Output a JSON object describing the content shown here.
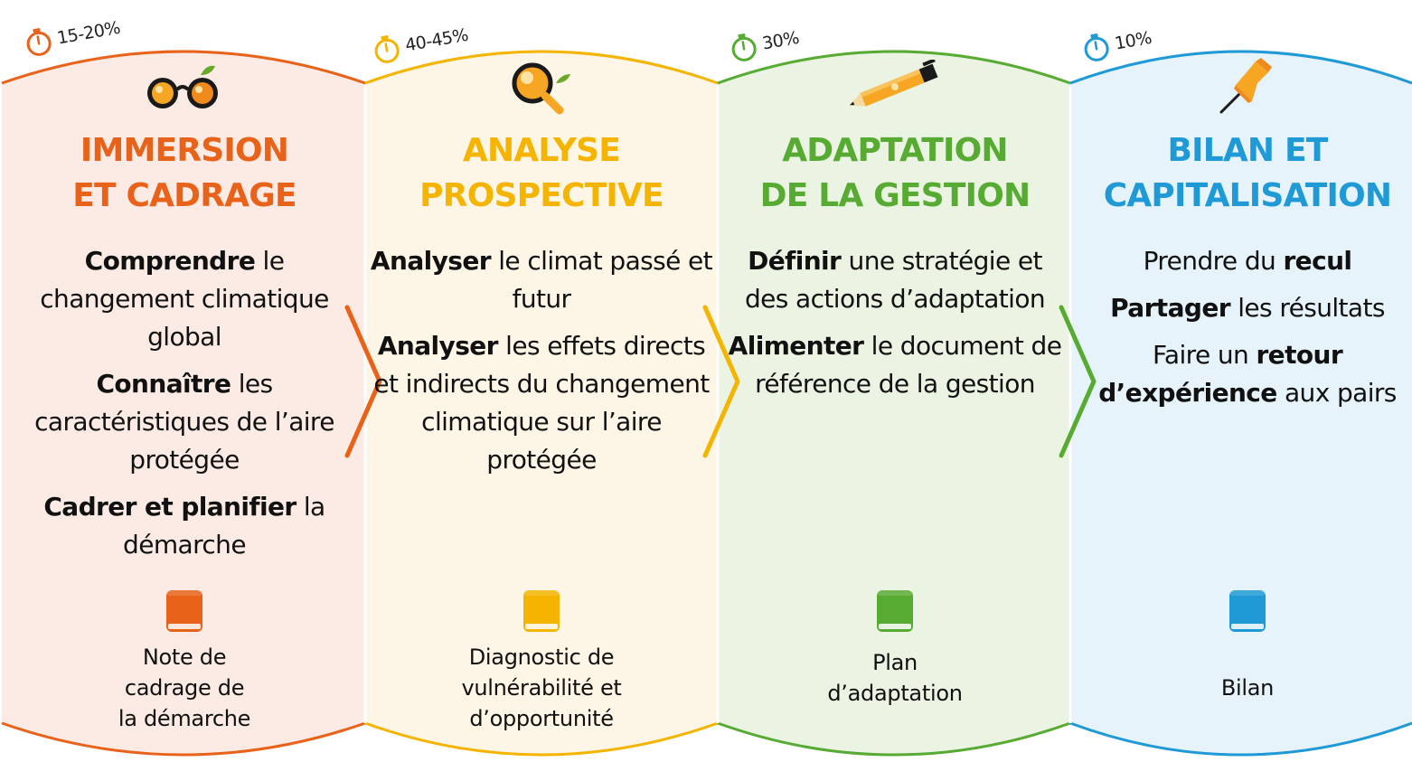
{
  "colors": {
    "orange": "#e8621a",
    "yellow": "#f4b400",
    "green": "#57ab33",
    "blue": "#1f9ad6",
    "orange_bg": "#fcebe5",
    "yellow_bg": "#fdf5e6",
    "green_bg": "#ebf3e3",
    "blue_bg": "#e6f3fa"
  },
  "phases": [
    {
      "duration": "15-20%",
      "icon": "glasses-icon",
      "title_line1": "IMMERSION",
      "title_line2": "ET CADRAGE",
      "items": [
        {
          "bold": "Comprendre",
          "rest": " le changement climatique global"
        },
        {
          "bold": "Connaître",
          "rest": " les caractéristiques de l’aire protégée"
        },
        {
          "bold": "Cadrer et planifier",
          "rest": " la démarche"
        }
      ],
      "output_line1": "Note de",
      "output_line2": "cadrage de",
      "output_line3": "la démarche"
    },
    {
      "duration": "40-45%",
      "icon": "magnifier-icon",
      "title_line1": "ANALYSE",
      "title_line2": "PROSPECTIVE",
      "items": [
        {
          "bold": "Analyser",
          "rest": " le climat passé et futur"
        },
        {
          "bold": "Analyser",
          "rest": " les effets directs et indirects du changement climatique sur l’aire protégée"
        }
      ],
      "output_line1": "Diagnostic de",
      "output_line2": "vulnérabilité et",
      "output_line3": "d’opportunité"
    },
    {
      "duration": "30%",
      "icon": "pen-icon",
      "title_line1": "ADAPTATION",
      "title_line2": "DE LA GESTION",
      "items": [
        {
          "bold": "Définir",
          "rest": " une stratégie et des actions d’adaptation"
        },
        {
          "bold": "Alimenter",
          "rest": " le document de référence de la gestion"
        }
      ],
      "output_line1": "Plan",
      "output_line2": "d’adaptation"
    },
    {
      "duration": "10%",
      "icon": "pushpin-icon",
      "title_line1": "BILAN ET",
      "title_line2": "CAPITALISATION",
      "items": [
        {
          "pre": "Prendre du ",
          "bold": "recul",
          "rest": ""
        },
        {
          "bold": "Partager",
          "rest": " les résultats"
        },
        {
          "pre": "Faire un ",
          "bold": "retour d’expérience",
          "rest": " aux pairs"
        }
      ],
      "output_line1": "Bilan"
    }
  ]
}
